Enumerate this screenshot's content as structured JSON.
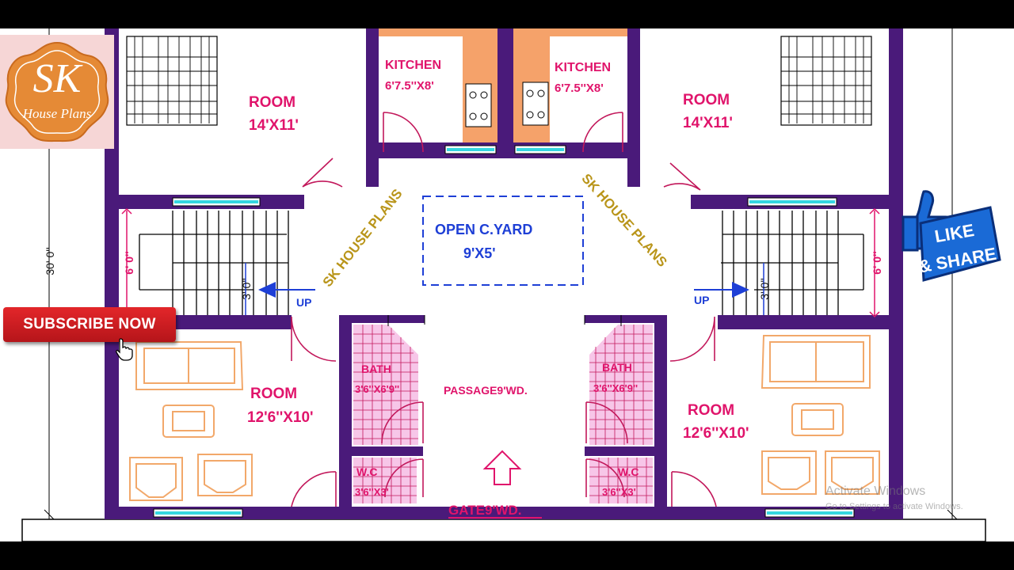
{
  "colors": {
    "wall": "#4a1a7a",
    "room_label": "#e0146b",
    "blue_label": "#1e3fd6",
    "brand": "#b9951a",
    "kitchen_counter": "#f5a26a",
    "bath_tile": "#f7c6e8",
    "window_glass": "#35d6e0"
  },
  "rooms": {
    "room_top_left": {
      "name": "ROOM",
      "size": "14'X11'"
    },
    "room_top_right": {
      "name": "ROOM",
      "size": "14'X11'"
    },
    "kitchen_left": {
      "name": "KITCHEN",
      "size": "6'7.5''X8'"
    },
    "kitchen_right": {
      "name": "KITCHEN",
      "size": "6'7.5''X8'"
    },
    "room_bottom_left": {
      "name": "ROOM",
      "size": "12'6''X10'"
    },
    "room_bottom_right": {
      "name": "ROOM",
      "size": "12'6''X10'"
    },
    "bath_left": {
      "name": "BATH",
      "size": "3'6''X6'9''"
    },
    "bath_right": {
      "name": "BATH",
      "size": "3'6''X6'9''"
    },
    "wc_left": {
      "name": "W.C",
      "size": "3'6''X3'"
    },
    "wc_right": {
      "name": "W.C",
      "size": "3'6''X3'"
    }
  },
  "courtyard": {
    "name": "OPEN C.YARD",
    "size": "9'X5'"
  },
  "passage": "PASSAGE9'WD.",
  "gate": "GATE9'WD.",
  "stairs": {
    "up_label": "UP",
    "width_label": "3' 0''",
    "flight_label": "6' 0''"
  },
  "overall_dimension": "30' 0''",
  "brand_watermark": "SK HOUSE PLANS",
  "logo": {
    "main": "SK",
    "sub": "House Plans"
  },
  "subscribe_button": "SUBSCRIBE NOW",
  "like_share": {
    "line1": "LIKE",
    "line2": "& SHARE"
  },
  "windows_watermark": {
    "title": "Activate Windows",
    "subtitle": "Go to Settings to activate Windows."
  },
  "icons": [
    "sk-house-plans-logo",
    "hand-cursor-icon",
    "thumbs-up-icon",
    "up-arrow-icon",
    "stair-arrow-icon"
  ]
}
